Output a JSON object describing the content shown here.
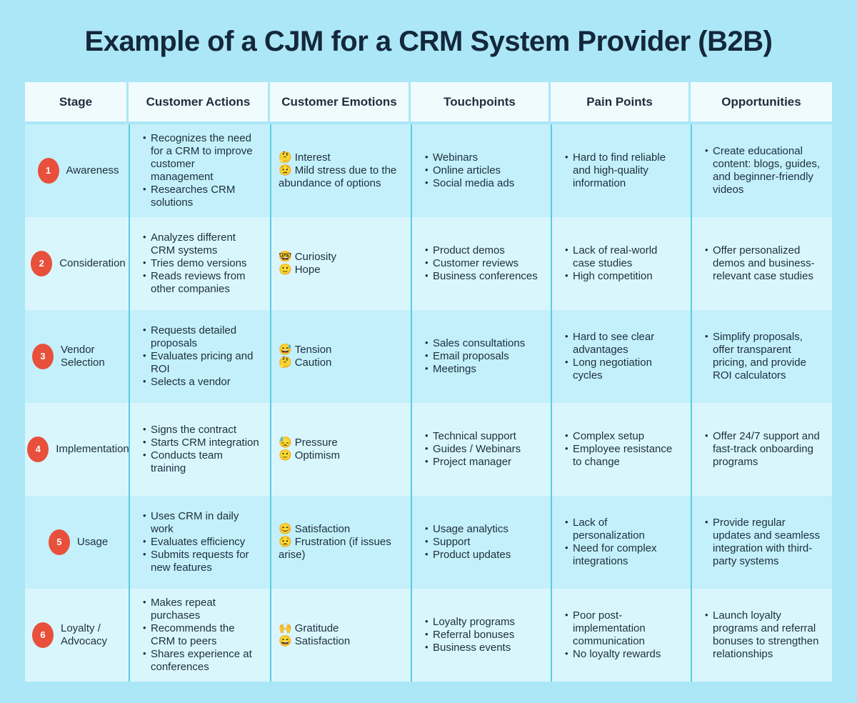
{
  "title": "Example of a CJM for a CRM System Provider (B2B)",
  "columns": [
    "Stage",
    "Customer Actions",
    "Customer Emotions",
    "Touchpoints",
    "Pain Points",
    "Opportunities"
  ],
  "colors": {
    "page_bg": "#abe7f6",
    "header_bg": "#f0fbfe",
    "row_odd_bg": "#c3f0fa",
    "row_even_bg": "#d9f6fd",
    "divider": "#59cde4",
    "stage_badge": "#e8503c",
    "text": "#1e2e3e"
  },
  "rows": [
    {
      "number": "1",
      "stage": "Awareness",
      "actions": [
        "Recognizes the need for a CRM to improve customer management",
        "Researches CRM solutions"
      ],
      "emotions": [
        {
          "emoji": "🤔",
          "text": "Interest"
        },
        {
          "emoji": "😟",
          "text": "Mild stress due to the abundance of options"
        }
      ],
      "touchpoints": [
        "Webinars",
        "Online articles",
        "Social media ads"
      ],
      "pain_points": [
        "Hard to find reliable and high-quality information"
      ],
      "opportunities": [
        "Create educational content: blogs, guides, and beginner-friendly videos"
      ]
    },
    {
      "number": "2",
      "stage": "Consideration",
      "actions": [
        "Analyzes different CRM systems",
        "Tries demo versions",
        "Reads reviews from other companies"
      ],
      "emotions": [
        {
          "emoji": "🤓",
          "text": "Curiosity"
        },
        {
          "emoji": "🙂",
          "text": "Hope"
        }
      ],
      "touchpoints": [
        "Product demos",
        "Customer reviews",
        "Business conferences"
      ],
      "pain_points": [
        "Lack of real-world case studies",
        "High competition"
      ],
      "opportunities": [
        "Offer personalized demos and business-relevant case studies"
      ]
    },
    {
      "number": "3",
      "stage": "Vendor Selection",
      "actions": [
        "Requests detailed proposals",
        "Evaluates pricing and ROI",
        "Selects a vendor"
      ],
      "emotions": [
        {
          "emoji": "😅",
          "text": "Tension"
        },
        {
          "emoji": "🤔",
          "text": "Caution"
        }
      ],
      "touchpoints": [
        "Sales consultations",
        "Email proposals",
        "Meetings"
      ],
      "pain_points": [
        "Hard to see clear advantages",
        "Long negotiation cycles"
      ],
      "opportunities": [
        "Simplify proposals, offer transparent pricing, and provide ROI calculators"
      ]
    },
    {
      "number": "4",
      "stage": "Implementation",
      "actions": [
        "Signs the contract",
        "Starts CRM integration",
        "Conducts team training"
      ],
      "emotions": [
        {
          "emoji": "😓",
          "text": "Pressure"
        },
        {
          "emoji": "🙂",
          "text": "Optimism"
        }
      ],
      "touchpoints": [
        "Technical support",
        "Guides / Webinars",
        "Project manager"
      ],
      "pain_points": [
        "Complex setup",
        "Employee resistance to change"
      ],
      "opportunities": [
        "Offer 24/7 support and fast-track onboarding programs"
      ]
    },
    {
      "number": "5",
      "stage": "Usage",
      "actions": [
        "Uses CRM in daily work",
        "Evaluates efficiency",
        "Submits requests for new features"
      ],
      "emotions": [
        {
          "emoji": "😊",
          "text": "Satisfaction"
        },
        {
          "emoji": "😟",
          "text": "Frustration (if issues arise)"
        }
      ],
      "touchpoints": [
        "Usage analytics",
        "Support",
        "Product updates"
      ],
      "pain_points": [
        "Lack of personalization",
        "Need for complex integrations"
      ],
      "opportunities": [
        "Provide regular updates and seamless integration with third-party systems"
      ]
    },
    {
      "number": "6",
      "stage": "Loyalty / Advocacy",
      "actions": [
        "Makes repeat purchases",
        "Recommends the CRM to peers",
        "Shares experience at conferences"
      ],
      "emotions": [
        {
          "emoji": "🙌",
          "text": "Gratitude"
        },
        {
          "emoji": "😄",
          "text": "Satisfaction"
        }
      ],
      "touchpoints": [
        "Loyalty programs",
        "Referral bonuses",
        "Business events"
      ],
      "pain_points": [
        "Poor post-implementation communication",
        "No loyalty rewards"
      ],
      "opportunities": [
        "Launch loyalty programs and referral bonuses to strengthen relationships"
      ]
    }
  ]
}
